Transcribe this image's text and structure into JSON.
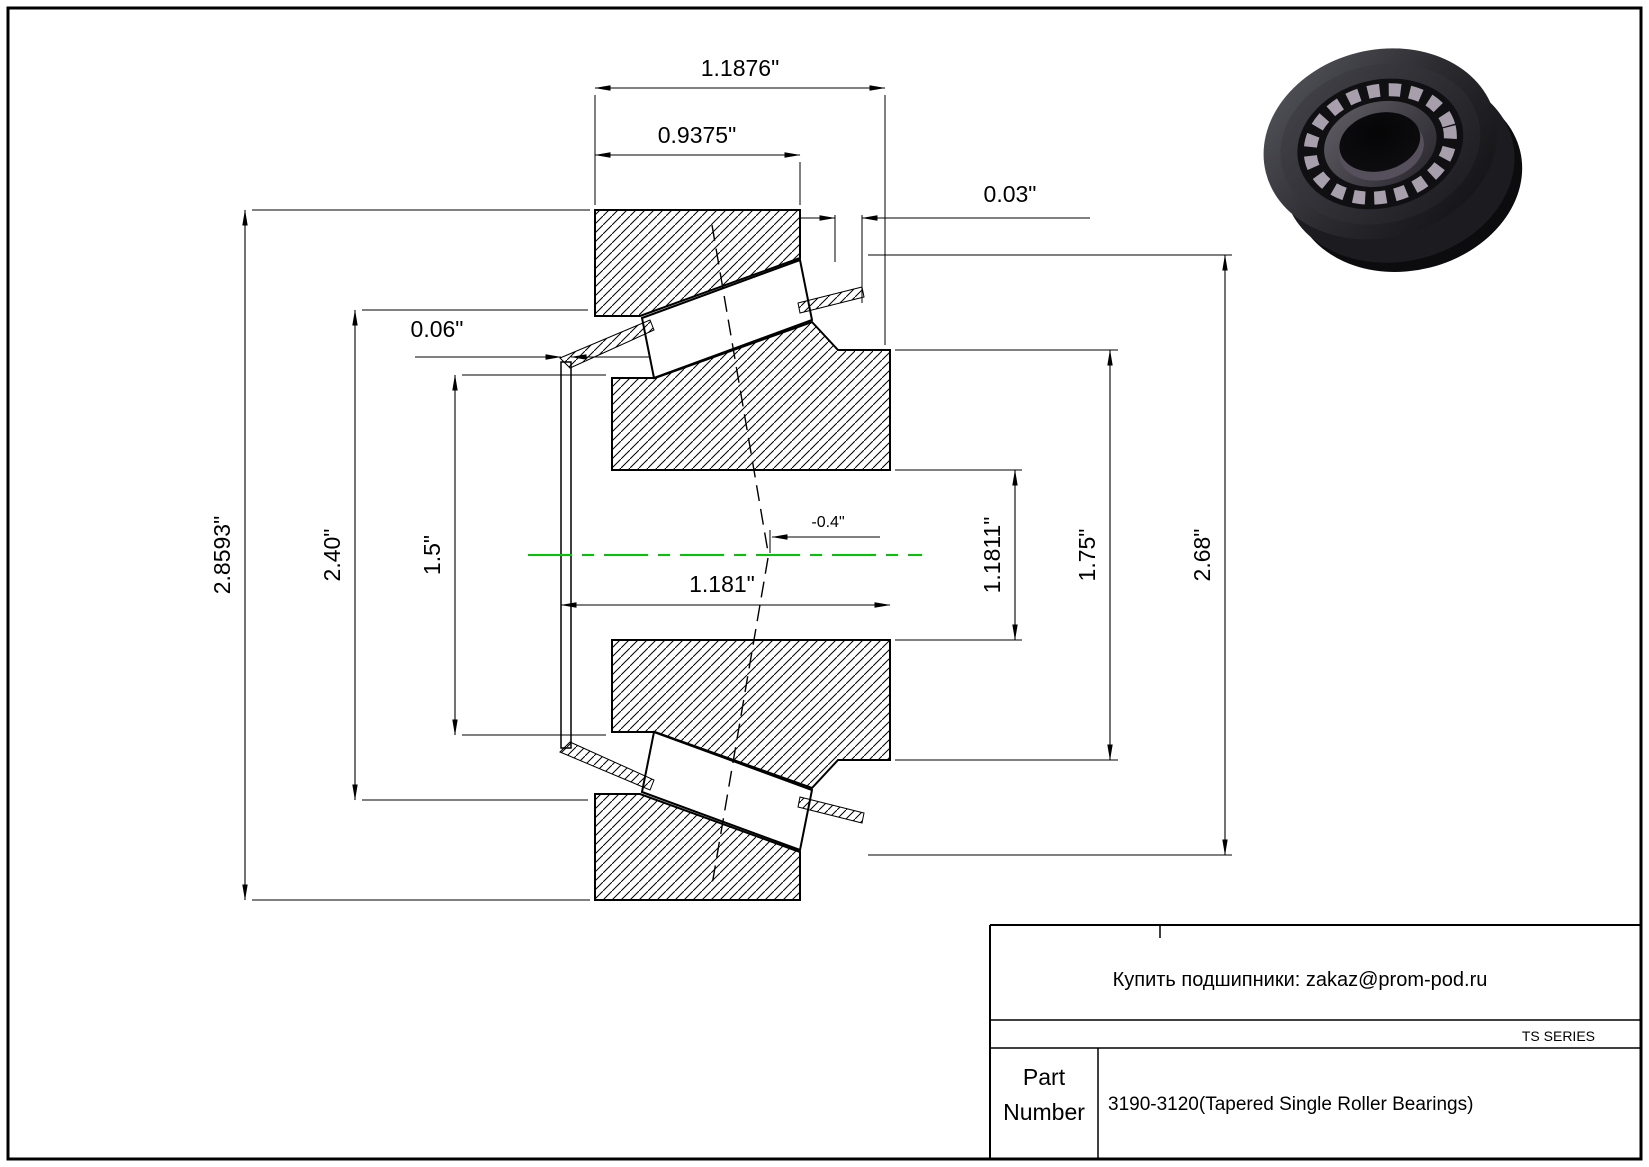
{
  "page": {
    "background_color": "#ffffff",
    "line_color": "#000000",
    "centerline_color": "#00c800"
  },
  "dimensions": {
    "overall_width": "1.1876\"",
    "cup_width": "0.9375\"",
    "cup_front_standout": "0.03\"",
    "cage_standout": "0.06\"",
    "cup_outer_diameter": "2.8593\"",
    "outer_ring_inner_diameter": "2.40\"",
    "cone_front_rib_diameter": "1.5\"",
    "cone_width": "1.181\"",
    "effective_center_offset": "-0.4\"",
    "bore_diameter": "1.1811\"",
    "cone_back_rib_diameter": "1.75\"",
    "cup_raceway_diameter": "2.68\""
  },
  "title_block": {
    "vendor_note": "Купить подшипники: zakaz@prom-pod.ru",
    "series": "TS SERIES",
    "part_label_line1": "Part",
    "part_label_line2": "Number",
    "part_number": "3190-3120(Tapered Single Roller Bearings)"
  }
}
